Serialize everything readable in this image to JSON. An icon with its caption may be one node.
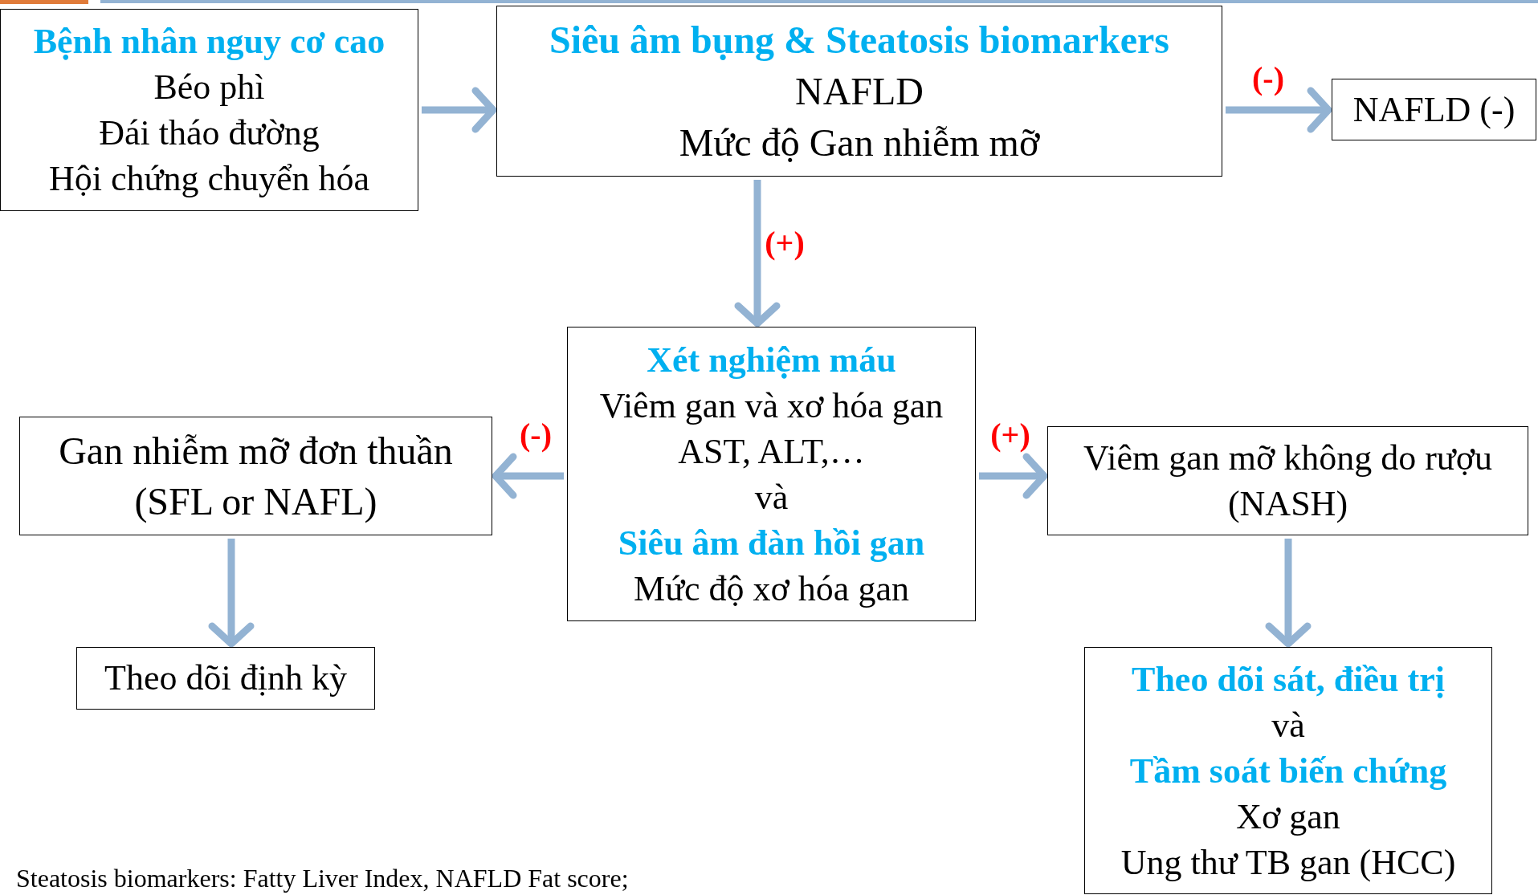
{
  "diagram": {
    "nodes": [
      {
        "text": [
          "Bệnh nhân nguy cơ cao",
          "Béo phì",
          "Đái tháo đường",
          "Hội chứng chuyển hóa"
        ]
      },
      {
        "text": [
          "Siêu âm bụng & Steatosis biomarkers",
          "NAFLD",
          "Mức độ Gan nhiễm mỡ"
        ]
      },
      {
        "text": [
          "NAFLD (-)"
        ]
      },
      {
        "text": [
          "Xét nghiệm máu",
          "Viêm gan và xơ hóa gan",
          "AST, ALT,…",
          "và",
          "Siêu âm đàn hồi gan",
          "Mức độ xơ hóa gan"
        ]
      },
      {
        "text": [
          "Gan nhiễm mỡ đơn thuần",
          "(SFL or NAFL)"
        ]
      },
      {
        "text": [
          "Viêm gan mỡ không do rượu",
          "(NASH)"
        ]
      },
      {
        "text": [
          "Theo dõi định kỳ"
        ]
      },
      {
        "text": [
          "Theo dõi sát, điều trị",
          "và",
          "Tầm soát biến chứng",
          "Xơ gan",
          "Ung thư TB gan (HCC)"
        ]
      }
    ],
    "edges": [
      {
        "from": 0,
        "to": 1,
        "arrow": "to"
      },
      {
        "from": 1,
        "to": 2,
        "arrow": "to",
        "label": "(-)"
      },
      {
        "from": 1,
        "to": 3,
        "arrow": "to",
        "label": "(+)"
      },
      {
        "from": 3,
        "to": 4,
        "arrow": "to",
        "label": "(-)"
      },
      {
        "from": 3,
        "to": 5,
        "arrow": "to",
        "label": "(+)"
      },
      {
        "from": 4,
        "to": 6,
        "arrow": "to"
      },
      {
        "from": 5,
        "to": 7,
        "arrow": "to"
      }
    ],
    "labels": [
      "Steatosis biomarkers: Fatty Liver Index, NAFLD Fat score;"
    ]
  }
}
